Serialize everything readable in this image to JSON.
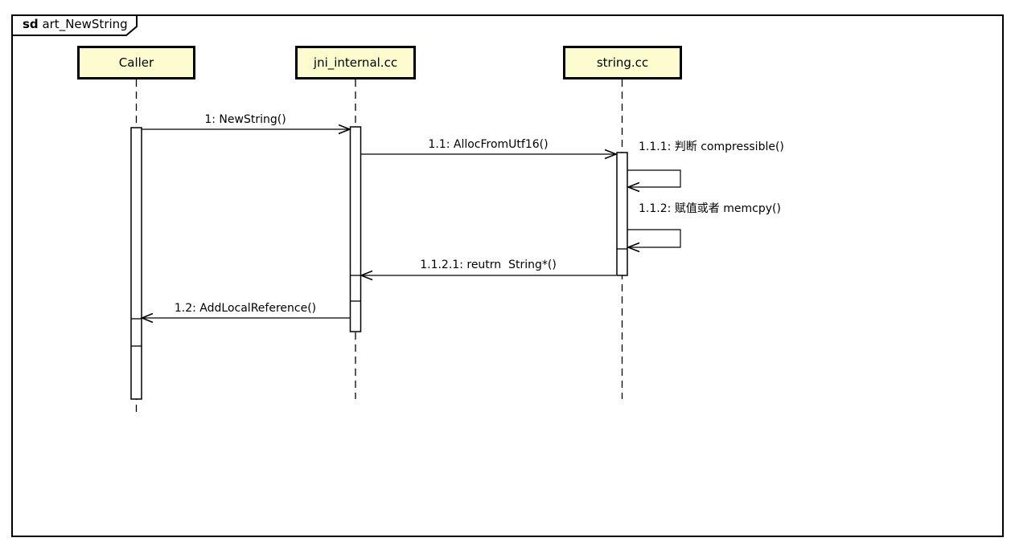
{
  "frame": {
    "keyword": "sd",
    "title": "art_NewString"
  },
  "lifelines": [
    {
      "name": "Caller"
    },
    {
      "name": "jni_internal.cc"
    },
    {
      "name": "string.cc"
    }
  ],
  "messages": [
    {
      "label": "1: NewString()",
      "from": "Caller",
      "to": "jni_internal.cc",
      "kind": "call"
    },
    {
      "label": "1.1: AllocFromUtf16()",
      "from": "jni_internal.cc",
      "to": "string.cc",
      "kind": "call"
    },
    {
      "label": "1.1.1: 判断 compressible()",
      "from": "string.cc",
      "to": "string.cc",
      "kind": "self"
    },
    {
      "label": "1.1.2: 赋值或者 memcpy()",
      "from": "string.cc",
      "to": "string.cc",
      "kind": "self"
    },
    {
      "label": "1.1.2.1: reutrn  String*()",
      "from": "string.cc",
      "to": "jni_internal.cc",
      "kind": "return"
    },
    {
      "label": "1.2: AddLocalReference()",
      "from": "jni_internal.cc",
      "to": "Caller",
      "kind": "return"
    }
  ],
  "colors": {
    "lifeline_head_fill": "#FCFCCE",
    "stroke": "#000000",
    "background": "#FFFFFF"
  }
}
